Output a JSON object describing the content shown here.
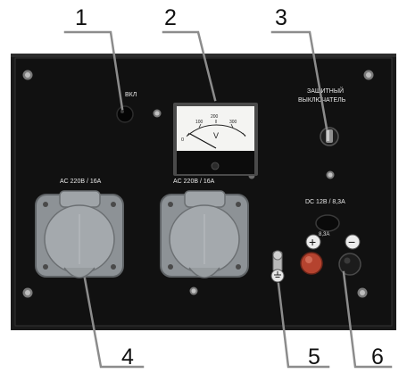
{
  "callouts": [
    "1",
    "2",
    "3",
    "4",
    "5",
    "6"
  ],
  "panel": {
    "power_led_label": "ВКЛ",
    "breaker_label_line1": "ЗАЩИТНЫЙ",
    "breaker_label_line2": "ВЫКЛЮЧАТЕЛЬ",
    "socket_left_label": "AC 220В / 16А",
    "socket_right_label": "AC 220В / 16А",
    "dc_label": "DC 12В / 8,3А",
    "dc_fuse_label": "8,3А",
    "plus_sign": "+",
    "minus_sign": "−"
  },
  "voltmeter": {
    "unit": "V",
    "scale_start": "0",
    "scale_marks": [
      "100",
      "200",
      "300"
    ]
  },
  "colors": {
    "panel": "#121212",
    "frame": "#2a2a2a",
    "socket": "#8d9296",
    "meter_face": "#f4f4f2"
  }
}
